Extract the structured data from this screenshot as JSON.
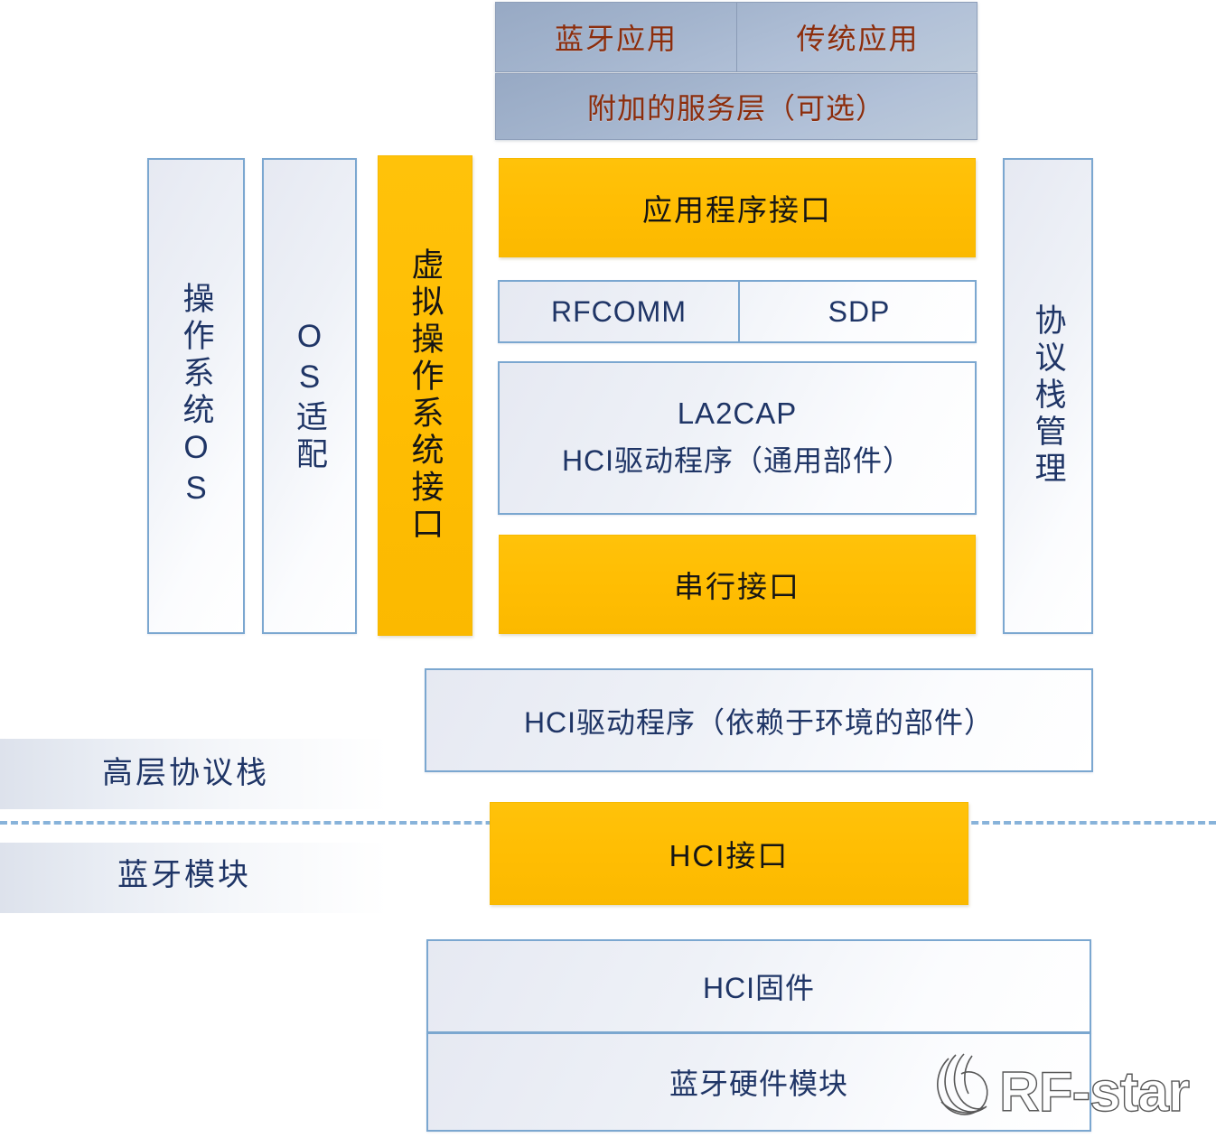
{
  "diagram": {
    "title_hidden": "",
    "colors": {
      "accent_orange": "#FFC000",
      "steel_blue_gray": "#A3B4CD",
      "card_border_blue": "#7BA7D0",
      "text_navy": "#1F3566",
      "text_dark_red": "#8C2D0C",
      "divider_blue": "#74A6D4"
    },
    "top_application_row": [
      {
        "label": "蓝牙应用"
      },
      {
        "label": "传统应用"
      }
    ],
    "extra_service_layer": {
      "label": "附加的服务层（可选）"
    },
    "left_columns": [
      {
        "label": "操作系统OS",
        "style": "card"
      },
      {
        "label": "OS适配",
        "style": "card"
      },
      {
        "label": "虚拟操作系统接口",
        "style": "orange"
      }
    ],
    "right_column": {
      "label": "协议栈管理",
      "style": "card"
    },
    "center_stack": {
      "api_block": {
        "label": "应用程序接口",
        "style": "orange"
      },
      "protocol_row": [
        {
          "label": "RFCOMM"
        },
        {
          "label": "SDP"
        }
      ],
      "l2cap_block": {
        "line1": "LA2CAP",
        "line2": "HCI驱动程序（通用部件）"
      },
      "serial_block": {
        "label": "串行接口",
        "style": "orange"
      }
    },
    "hci_env_driver": {
      "label": "HCI驱动程序（依赖于环境的部件）"
    },
    "hci_interface": {
      "label": "HCI接口",
      "style": "orange"
    },
    "bottom_blocks": [
      {
        "label": "HCI固件"
      },
      {
        "label": "蓝牙硬件模块"
      }
    ],
    "side_labels": [
      {
        "label": "高层协议栈"
      },
      {
        "label": "蓝牙模块"
      }
    ],
    "watermark": {
      "text": "RF-star",
      "icon": "swoosh-logo-icon"
    }
  }
}
